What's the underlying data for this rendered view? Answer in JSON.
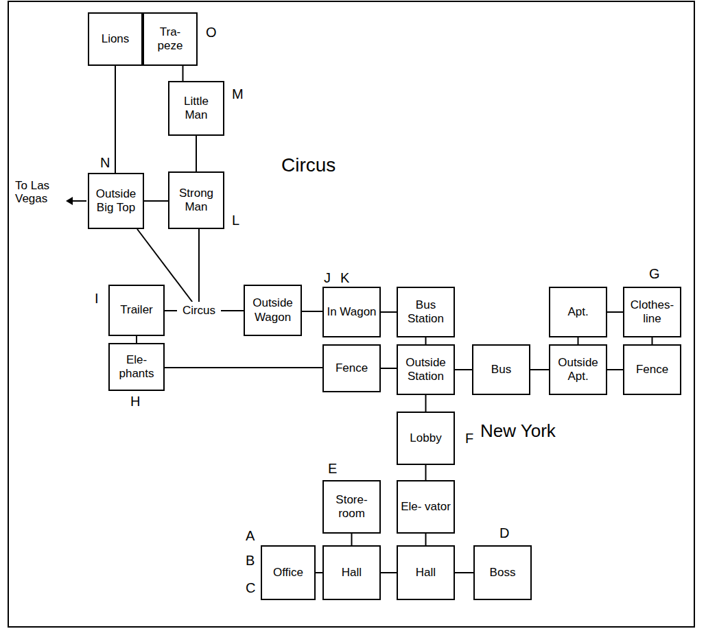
{
  "diagram": {
    "nodes": [
      {
        "text": [
          "Lions"
        ]
      },
      {
        "text": [
          "Tra- peze"
        ]
      },
      {
        "text": [
          "Little Man"
        ]
      },
      {
        "text": [
          "Outside Big Top"
        ]
      },
      {
        "text": [
          "Strong Man"
        ]
      },
      {
        "text": [
          "Trailer"
        ]
      },
      {
        "text": [
          "Circus"
        ]
      },
      {
        "text": [
          "Outside Wagon"
        ]
      },
      {
        "text": [
          "In Wagon"
        ]
      },
      {
        "text": [
          "Bus Station"
        ]
      },
      {
        "text": [
          "Apt."
        ]
      },
      {
        "text": [
          "Clothes- line"
        ]
      },
      {
        "text": [
          "Ele- phants"
        ]
      },
      {
        "text": [
          "Fence"
        ]
      },
      {
        "text": [
          "Outside Station"
        ]
      },
      {
        "text": [
          "Bus"
        ]
      },
      {
        "text": [
          "Outside Apt."
        ]
      },
      {
        "text": [
          "Fence"
        ]
      },
      {
        "text": [
          "Lobby"
        ]
      },
      {
        "text": [
          "Store- room"
        ]
      },
      {
        "text": [
          "Ele- vator"
        ]
      },
      {
        "text": [
          "Office"
        ]
      },
      {
        "text": [
          "Hall"
        ]
      },
      {
        "text": [
          "Hall"
        ]
      },
      {
        "text": [
          "Boss"
        ]
      }
    ],
    "edges": [
      {
        "from": 0,
        "to": 3,
        "arrow": "none"
      },
      {
        "from": 1,
        "to": 2,
        "arrow": "none"
      },
      {
        "from": 2,
        "to": 4,
        "arrow": "none"
      },
      {
        "from": 3,
        "to": 4,
        "arrow": "none"
      },
      {
        "from": 3,
        "to": 6,
        "arrow": "none"
      },
      {
        "from": 4,
        "to": 6,
        "arrow": "none"
      },
      {
        "from": 5,
        "to": 6,
        "arrow": "none"
      },
      {
        "from": 6,
        "to": 7,
        "arrow": "none"
      },
      {
        "from": 7,
        "to": 8,
        "arrow": "none"
      },
      {
        "from": 8,
        "to": 9,
        "arrow": "none"
      },
      {
        "from": 5,
        "to": 12,
        "arrow": "none"
      },
      {
        "from": 12,
        "to": 13,
        "arrow": "none"
      },
      {
        "from": 9,
        "to": 14,
        "arrow": "none"
      },
      {
        "from": 10,
        "to": 11,
        "arrow": "none"
      },
      {
        "from": 10,
        "to": 16,
        "arrow": "none"
      },
      {
        "from": 11,
        "to": 17,
        "arrow": "none"
      },
      {
        "from": 13,
        "to": 14,
        "arrow": "none"
      },
      {
        "from": 14,
        "to": 15,
        "arrow": "none"
      },
      {
        "from": 15,
        "to": 16,
        "arrow": "none"
      },
      {
        "from": 16,
        "to": 17,
        "arrow": "none"
      },
      {
        "from": 14,
        "to": 18,
        "arrow": "none"
      },
      {
        "from": 18,
        "to": 20,
        "arrow": "none"
      },
      {
        "from": 19,
        "to": 22,
        "arrow": "none"
      },
      {
        "from": 20,
        "to": 23,
        "arrow": "none"
      },
      {
        "from": 21,
        "to": 22,
        "arrow": "none"
      },
      {
        "from": 22,
        "to": 23,
        "arrow": "none"
      },
      {
        "from": 23,
        "to": 24,
        "arrow": "none"
      }
    ],
    "labels": [
      "O",
      "M",
      "N",
      "Circus",
      "To Las Vegas",
      "L",
      "J",
      "K",
      "I",
      "H",
      "G",
      "F",
      "New York",
      "E",
      "A",
      "B",
      "C",
      "D"
    ]
  }
}
